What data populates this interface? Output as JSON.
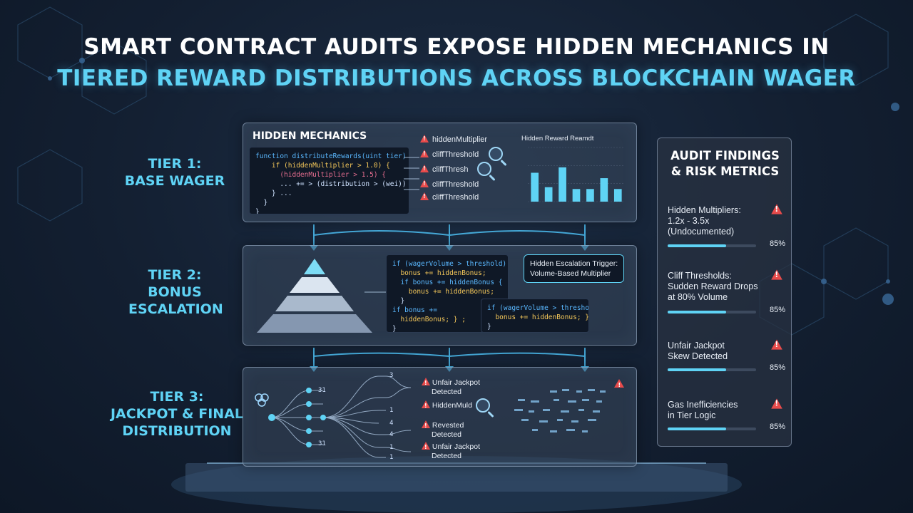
{
  "title": {
    "line1": "SMART CONTRACT AUDITS EXPOSE HIDDEN MECHANICS IN",
    "line2": "TIERED REWARD DISTRIBUTIONS ACROSS BLOCKCHAIN WAGER"
  },
  "tiers": {
    "tier1": {
      "line1": "TIER 1:",
      "line2": "BASE WAGER"
    },
    "tier2": {
      "line1": "TIER 2:",
      "line2": "BONUS",
      "line3": "ESCALATION"
    },
    "tier3": {
      "line1": "TIER 3:",
      "line2": "JACKPOT & FINAL",
      "line3": "DISTRIBUTION"
    }
  },
  "hidden_mechanics": {
    "title": "HIDDEN MECHANICS",
    "code": [
      "function distributeRewards(uint tier) {",
      "    if (hiddenMultiplier > 1.0) {",
      "      (hiddenMultiplier > 1.5) {",
      "      ... += > (distribution > (wei)) {",
      "    } ...",
      "  }",
      "}"
    ],
    "flags": [
      "hiddenMultiplier",
      "cliffThreshold",
      "cliffThresh",
      "cliffThreshold",
      "cliffThreshold"
    ],
    "chart_title": "Hidden Reward Reamdt"
  },
  "chart_data": {
    "type": "bar",
    "title": "Hidden Reward Reamdt",
    "ylim": [
      0,
      30
    ],
    "values": [
      16,
      8,
      19,
      7,
      7,
      13,
      7
    ]
  },
  "bonus_escalation": {
    "code_main": [
      "if (wagerVolume > threshold) {",
      "  bonus += hiddenBonus;",
      "  if bonus += hiddenBonus {",
      "    bonus += hiddenBonus;",
      "  }",
      "if bonus +=",
      "  hiddenBonus; } ;",
      "}"
    ],
    "code_secondary": [
      "if (wagerVolume > threshold) {",
      "  bonus += hiddenBonus; }",
      "}"
    ],
    "callout_line1": "Hidden Escalation Trigger:",
    "callout_line2": "Volume-Based Multiplier"
  },
  "jackpot": {
    "left_nums": [
      "31",
      "31"
    ],
    "right_nums": [
      "3",
      "1",
      "4",
      "4",
      "1",
      "1"
    ],
    "labels": [
      {
        "l1": "Unfair Jackpot",
        "l2": "Detected"
      },
      {
        "l1": "HiddenMuld",
        "l2": ""
      },
      {
        "l1": "Revested",
        "l2": "Detected"
      },
      {
        "l1": "Unfair Jackpot",
        "l2": "Detected"
      }
    ]
  },
  "audit": {
    "title_line1": "AUDIT FINDINGS",
    "title_line2": "& RISK METRICS",
    "metrics": [
      {
        "lines": [
          "Hidden Multipliers:",
          "1.2x - 3.5x",
          "(Undocumented)"
        ],
        "pct": "85%",
        "value": 0.66
      },
      {
        "lines": [
          "Cliff Thresholds:",
          "Sudden Reward Drops",
          "at 80% Volume"
        ],
        "pct": "85%",
        "value": 0.66
      },
      {
        "lines": [
          "Unfair Jackpot",
          "Skew Detected"
        ],
        "pct": "85%",
        "value": 0.66
      },
      {
        "lines": [
          "Gas Inefficiencies",
          "in Tier Logic"
        ],
        "pct": "85%",
        "value": 0.66
      }
    ]
  },
  "colors": {
    "accent": "#5fd3f5",
    "warning": "#e84b4b",
    "panel": "#3a485c"
  }
}
